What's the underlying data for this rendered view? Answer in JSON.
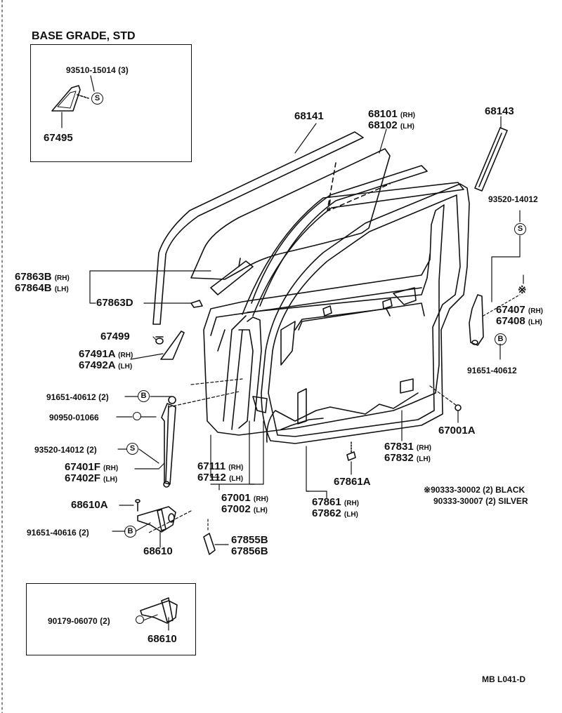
{
  "inset_top": {
    "title": "BASE  GRADE, STD",
    "part_screw": "93510-15014 (3)",
    "part_cover": "67495",
    "sym_s": "S"
  },
  "parts": {
    "p68141": "68141",
    "p68101": "68101",
    "p68102": "68102",
    "p68143": "68143",
    "p93520_right": "93520-14012",
    "p67863B": "67863B",
    "p67864B": "67864B",
    "p67863D": "67863D",
    "p67499": "67499",
    "p67491A": "67491A",
    "p67492A": "67492A",
    "p67407": "67407",
    "p67408": "67408",
    "p91651_right": "91651-40612",
    "p91651_left": "91651-40612 (2)",
    "p90950": "90950-01066",
    "p93520_left": "93520-14012 (2)",
    "p67401F": "67401F",
    "p67402F": "67402F",
    "p68610A": "68610A",
    "p91651_40616": "91651-40616 (2)",
    "p68610": "68610",
    "p67111": "67111",
    "p67112": "67112",
    "p67001": "67001",
    "p67002": "67002",
    "p67855B": "67855B",
    "p67856B": "67856B",
    "p67861": "67861",
    "p67862": "67862",
    "p67831": "67831",
    "p67832": "67832",
    "p67861A": "67861A",
    "p67001A": "67001A",
    "note_line1": "90333-30002 (2) BLACK",
    "note_line2": "90333-30007 (2) SILVER",
    "note_mark": "※"
  },
  "suffix": {
    "rh": "(RH)",
    "lh": "(LH)"
  },
  "symbols": {
    "S": "S",
    "B": "B"
  },
  "inset_bottom": {
    "part_bolt": "90179-06070 (2)",
    "part_hinge": "68610"
  },
  "code": "MB  L041-D"
}
